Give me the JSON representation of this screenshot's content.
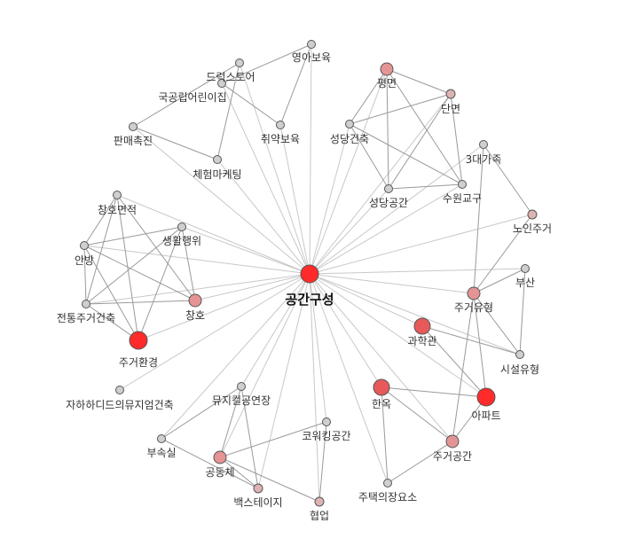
{
  "colors": {
    "hub": "#ff2b2b",
    "strong": "#e85a5a",
    "medium": "#e49494",
    "light": "#ddb3b3",
    "grey": "#cfcfcf",
    "edge": "#9a9a9a",
    "edge_hub": "#c8c8c8"
  },
  "hub": "공간구성",
  "nodes": [
    {
      "id": "공간구성",
      "label": "공간구성",
      "tier": "hub"
    },
    {
      "id": "영아보육",
      "label": "영아보육",
      "tier": "grey"
    },
    {
      "id": "드럭스토어",
      "label": "드럭스토어",
      "tier": "grey"
    },
    {
      "id": "국공립어린이집",
      "label": "국공립어린이집",
      "tier": "grey"
    },
    {
      "id": "판매촉진",
      "label": "판매촉진",
      "tier": "grey"
    },
    {
      "id": "체험마케팅",
      "label": "체험마케팅",
      "tier": "grey"
    },
    {
      "id": "취약보육",
      "label": "취약보육",
      "tier": "grey"
    },
    {
      "id": "평면",
      "label": "평면",
      "tier": "medium"
    },
    {
      "id": "단면",
      "label": "단면",
      "tier": "light"
    },
    {
      "id": "성당건축",
      "label": "성당건축",
      "tier": "grey"
    },
    {
      "id": "3대가족",
      "label": "3대가족",
      "tier": "grey"
    },
    {
      "id": "성당공간",
      "label": "성당공간",
      "tier": "grey"
    },
    {
      "id": "수원교구",
      "label": "수원교구",
      "tier": "grey"
    },
    {
      "id": "노인주거",
      "label": "노인주거",
      "tier": "light"
    },
    {
      "id": "창호면적",
      "label": "창호면적",
      "tier": "grey"
    },
    {
      "id": "생활행위",
      "label": "생활행위",
      "tier": "grey"
    },
    {
      "id": "안방",
      "label": "안방",
      "tier": "grey"
    },
    {
      "id": "창호",
      "label": "창호",
      "tier": "medium"
    },
    {
      "id": "전통주거건축",
      "label": "전통주거건축",
      "tier": "grey"
    },
    {
      "id": "주거환경",
      "label": "주거환경",
      "tier": "hub"
    },
    {
      "id": "부산",
      "label": "부산",
      "tier": "grey"
    },
    {
      "id": "주거유형",
      "label": "주거유형",
      "tier": "medium"
    },
    {
      "id": "과학관",
      "label": "과학관",
      "tier": "strong"
    },
    {
      "id": "시설유형",
      "label": "시설유형",
      "tier": "grey"
    },
    {
      "id": "자하하디드의뮤지엄건축",
      "label": "자하하디드의뮤지엄건축",
      "tier": "grey"
    },
    {
      "id": "뮤지컬공연장",
      "label": "뮤지컬공연장",
      "tier": "grey"
    },
    {
      "id": "한옥",
      "label": "한옥",
      "tier": "strong"
    },
    {
      "id": "아파트",
      "label": "아파트",
      "tier": "hub"
    },
    {
      "id": "코워킹공간",
      "label": "코워킹공간",
      "tier": "grey"
    },
    {
      "id": "부속실",
      "label": "부속실",
      "tier": "grey"
    },
    {
      "id": "주거공간",
      "label": "주거공간",
      "tier": "medium"
    },
    {
      "id": "공동체",
      "label": "공동체",
      "tier": "medium"
    },
    {
      "id": "백스테이지",
      "label": "백스테이지",
      "tier": "light"
    },
    {
      "id": "주택의장요소",
      "label": "주택의장요소",
      "tier": "grey"
    },
    {
      "id": "협업",
      "label": "협업",
      "tier": "light"
    }
  ],
  "edges": [
    [
      "공간구성",
      "영아보육"
    ],
    [
      "공간구성",
      "드럭스토어"
    ],
    [
      "공간구성",
      "국공립어린이집"
    ],
    [
      "공간구성",
      "판매촉진"
    ],
    [
      "공간구성",
      "체험마케팅"
    ],
    [
      "공간구성",
      "취약보육"
    ],
    [
      "공간구성",
      "평면"
    ],
    [
      "공간구성",
      "단면"
    ],
    [
      "공간구성",
      "성당건축"
    ],
    [
      "공간구성",
      "3대가족"
    ],
    [
      "공간구성",
      "성당공간"
    ],
    [
      "공간구성",
      "수원교구"
    ],
    [
      "공간구성",
      "노인주거"
    ],
    [
      "공간구성",
      "창호면적"
    ],
    [
      "공간구성",
      "생활행위"
    ],
    [
      "공간구성",
      "안방"
    ],
    [
      "공간구성",
      "창호"
    ],
    [
      "공간구성",
      "전통주거건축"
    ],
    [
      "공간구성",
      "주거환경"
    ],
    [
      "공간구성",
      "부산"
    ],
    [
      "공간구성",
      "주거유형"
    ],
    [
      "공간구성",
      "과학관"
    ],
    [
      "공간구성",
      "시설유형"
    ],
    [
      "공간구성",
      "자하하디드의뮤지엄건축"
    ],
    [
      "공간구성",
      "뮤지컬공연장"
    ],
    [
      "공간구성",
      "한옥"
    ],
    [
      "공간구성",
      "아파트"
    ],
    [
      "공간구성",
      "코워킹공간"
    ],
    [
      "공간구성",
      "부속실"
    ],
    [
      "공간구성",
      "주거공간"
    ],
    [
      "공간구성",
      "공동체"
    ],
    [
      "공간구성",
      "백스테이지"
    ],
    [
      "공간구성",
      "주택의장요소"
    ],
    [
      "공간구성",
      "협업"
    ],
    [
      "영아보육",
      "국공립어린이집"
    ],
    [
      "영아보육",
      "취약보육"
    ],
    [
      "드럭스토어",
      "판매촉진"
    ],
    [
      "드럭스토어",
      "체험마케팅"
    ],
    [
      "국공립어린이집",
      "취약보육"
    ],
    [
      "판매촉진",
      "체험마케팅"
    ],
    [
      "평면",
      "단면"
    ],
    [
      "평면",
      "성당건축"
    ],
    [
      "평면",
      "성당공간"
    ],
    [
      "평면",
      "수원교구"
    ],
    [
      "단면",
      "성당건축"
    ],
    [
      "단면",
      "성당공간"
    ],
    [
      "단면",
      "수원교구"
    ],
    [
      "성당건축",
      "성당공간"
    ],
    [
      "성당건축",
      "수원교구"
    ],
    [
      "성당공간",
      "수원교구"
    ],
    [
      "3대가족",
      "노인주거"
    ],
    [
      "3대가족",
      "주거유형"
    ],
    [
      "노인주거",
      "주거유형"
    ],
    [
      "창호면적",
      "안방"
    ],
    [
      "창호면적",
      "창호"
    ],
    [
      "창호면적",
      "전통주거건축"
    ],
    [
      "창호면적",
      "주거환경"
    ],
    [
      "생활행위",
      "안방"
    ],
    [
      "생활행위",
      "창호"
    ],
    [
      "생활행위",
      "전통주거건축"
    ],
    [
      "생활행위",
      "주거환경"
    ],
    [
      "안방",
      "전통주거건축"
    ],
    [
      "안방",
      "창호"
    ],
    [
      "안방",
      "주거환경"
    ],
    [
      "창호",
      "전통주거건축"
    ],
    [
      "전통주거건축",
      "주거환경"
    ],
    [
      "부산",
      "주거유형"
    ],
    [
      "부산",
      "시설유형"
    ],
    [
      "주거유형",
      "시설유형"
    ],
    [
      "주거유형",
      "주거공간"
    ],
    [
      "과학관",
      "아파트"
    ],
    [
      "과학관",
      "시설유형"
    ],
    [
      "주거유형",
      "아파트"
    ],
    [
      "한옥",
      "아파트"
    ],
    [
      "한옥",
      "주거공간"
    ],
    [
      "한옥",
      "주택의장요소"
    ],
    [
      "아파트",
      "주거공간"
    ],
    [
      "주거공간",
      "주택의장요소"
    ],
    [
      "뮤지컬공연장",
      "부속실"
    ],
    [
      "뮤지컬공연장",
      "백스테이지"
    ],
    [
      "뮤지컬공연장",
      "공동체"
    ],
    [
      "코워킹공간",
      "공동체"
    ],
    [
      "코워킹공간",
      "협업"
    ],
    [
      "부속실",
      "백스테이지"
    ],
    [
      "공동체",
      "협업"
    ],
    [
      "공동체",
      "백스테이지"
    ]
  ]
}
